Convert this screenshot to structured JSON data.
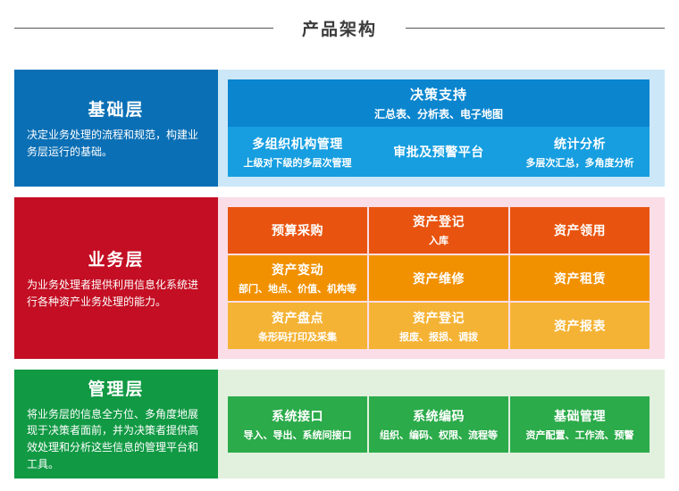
{
  "header": {
    "title": "产品架构",
    "rule_color": "#555555"
  },
  "layers": [
    {
      "id": "foundation",
      "title": "基础层",
      "desc": "决定业务处理的流程和规范，构建业务层运行的基础。",
      "left_color": "#0a6fb5",
      "panel_color": "#cce8f8",
      "head": {
        "title": "决策支持",
        "sub": "汇总表、分析表、电子地图",
        "color": "#0b85ce"
      },
      "cells": [
        {
          "title": "多组织机构管理",
          "sub": "上级对下级的多层次管理",
          "color": "#169ee0"
        },
        {
          "title": "审批及预警平台",
          "sub": "",
          "color": "#169ee0"
        },
        {
          "title": "统计分析",
          "sub": "多层次汇总，多角度分析",
          "color": "#169ee0"
        }
      ]
    },
    {
      "id": "business",
      "title": "业务层",
      "desc": "为业务处理者提供利用信息化系统进行各种资产业务处理的能力。",
      "left_color": "#c30e23",
      "panel_color": "#fadde6",
      "rows": [
        {
          "color": "#e8540f",
          "cells": [
            {
              "title": "预算采购",
              "sub": ""
            },
            {
              "title": "资产登记",
              "sub": "入库"
            },
            {
              "title": "资产领用",
              "sub": ""
            }
          ]
        },
        {
          "color": "#f29100",
          "cells": [
            {
              "title": "资产变动",
              "sub": "部门、地点、价值、机构等"
            },
            {
              "title": "资产维修",
              "sub": ""
            },
            {
              "title": "资产租赁",
              "sub": ""
            }
          ]
        },
        {
          "color": "#f5b335",
          "cells": [
            {
              "title": "资产盘点",
              "sub": "条形码打印及采集"
            },
            {
              "title": "资产登记",
              "sub": "报废、报损、调拨"
            },
            {
              "title": "资产报表",
              "sub": ""
            }
          ]
        }
      ]
    },
    {
      "id": "management",
      "title": "管理层",
      "desc": "将业务层的信息全方位、多角度地展现于决策者面前，并为决策者提供高效处理和分析这些信息的管理平台和工具。",
      "left_color": "#119944",
      "panel_color": "#e2f0de",
      "cells": [
        {
          "title": "系统接口",
          "sub": "导入、导出、系统间接口",
          "color": "#2bab4a"
        },
        {
          "title": "系统编码",
          "sub": "组织、编码、权限、流程等",
          "color": "#2bab4a"
        },
        {
          "title": "基础管理",
          "sub": "资产配置、工作流、预警",
          "color": "#2bab4a"
        }
      ]
    }
  ]
}
